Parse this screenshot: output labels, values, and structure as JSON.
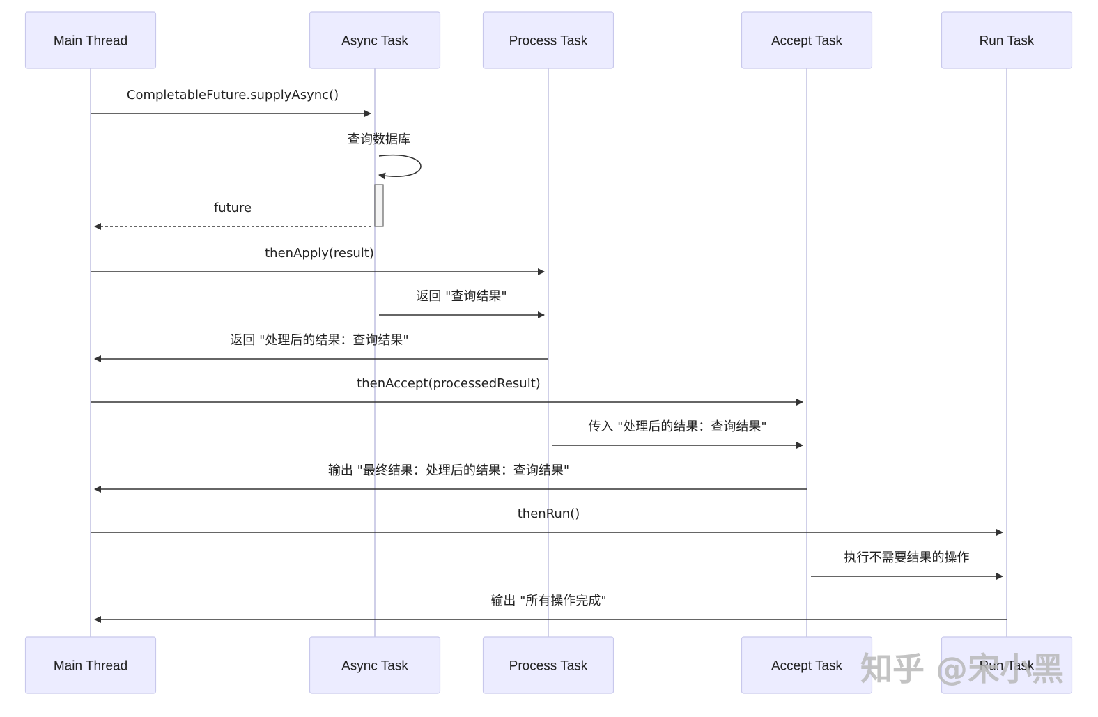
{
  "actors": [
    {
      "id": "main",
      "label": "Main Thread"
    },
    {
      "id": "async",
      "label": "Async Task"
    },
    {
      "id": "process",
      "label": "Process Task"
    },
    {
      "id": "accept",
      "label": "Accept Task"
    },
    {
      "id": "run",
      "label": "Run Task"
    }
  ],
  "messages": [
    {
      "from": "main",
      "to": "async",
      "label": "CompletableFuture.supplyAsync()",
      "style": "solid"
    },
    {
      "from": "async",
      "to": "async",
      "label": "查询数据库",
      "style": "self"
    },
    {
      "from": "async",
      "to": "main",
      "label": "future",
      "style": "dashed"
    },
    {
      "from": "main",
      "to": "process",
      "label": "thenApply(result)",
      "style": "solid"
    },
    {
      "from": "async",
      "to": "process",
      "label": "返回 \"查询结果\"",
      "style": "solid"
    },
    {
      "from": "process",
      "to": "main",
      "label": "返回 \"处理后的结果：查询结果\"",
      "style": "solid"
    },
    {
      "from": "main",
      "to": "accept",
      "label": "thenAccept(processedResult)",
      "style": "solid"
    },
    {
      "from": "process",
      "to": "accept",
      "label": "传入 \"处理后的结果：查询结果\"",
      "style": "solid"
    },
    {
      "from": "accept",
      "to": "main",
      "label": "输出 \"最终结果：处理后的结果：查询结果\"",
      "style": "solid"
    },
    {
      "from": "main",
      "to": "run",
      "label": "thenRun()",
      "style": "solid"
    },
    {
      "from": "accept",
      "to": "run",
      "label": "执行不需要结果的操作",
      "style": "solid"
    },
    {
      "from": "run",
      "to": "main",
      "label": "输出 \"所有操作完成\"",
      "style": "solid"
    }
  ],
  "watermark": "知乎 @宋小黑",
  "colors": {
    "actor_fill": "#ececff",
    "actor_stroke": "#c8c8ec",
    "lifeline": "#cfcfe8",
    "arrow": "#333333"
  }
}
